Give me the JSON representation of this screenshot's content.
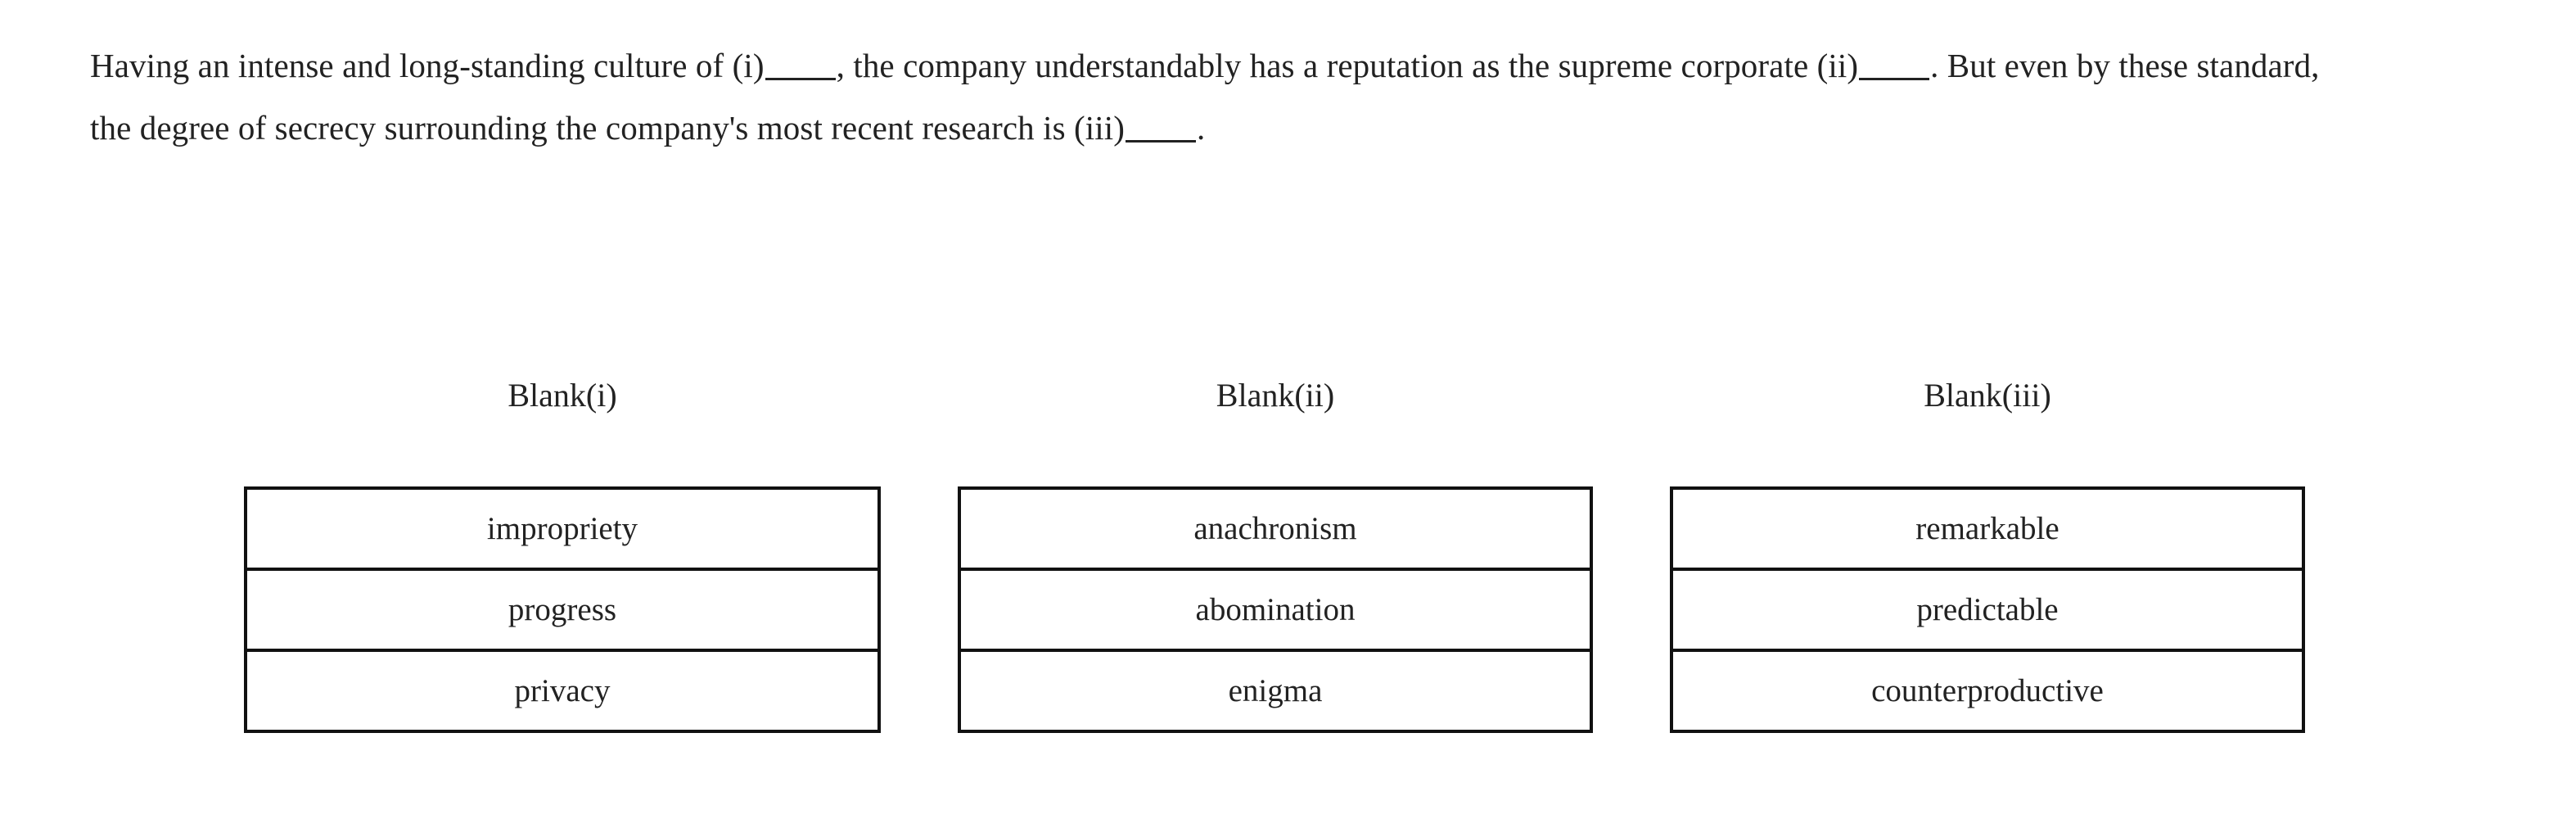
{
  "question": {
    "stem_parts": [
      {
        "type": "text",
        "value": "Having an intense and long-standing culture of (i)"
      },
      {
        "type": "blank",
        "value": "_____"
      },
      {
        "type": "text",
        "value": ", the company understandably has a reputation as the supreme corporate (ii)"
      },
      {
        "type": "blank",
        "value": "_____"
      },
      {
        "type": "text",
        "value": ". But even by these standard, the degree of secrecy surrounding the company's most recent research is (iii)"
      },
      {
        "type": "blank",
        "value": "_____"
      },
      {
        "type": "text",
        "value": "."
      }
    ],
    "stem_text": "Having an intense and long-standing culture of (i)_____, the company understandably has a reputation as the supreme corporate (ii)_____. But even by these standard, the degree of secrecy surrounding the company's most recent research is (iii)_____.",
    "blank_marker": "_____"
  },
  "columns": [
    {
      "header": "Blank(i)",
      "options": [
        {
          "label": "impropriety"
        },
        {
          "label": "progress"
        },
        {
          "label": "privacy"
        }
      ]
    },
    {
      "header": "Blank(ii)",
      "options": [
        {
          "label": "anachronism"
        },
        {
          "label": "abomination"
        },
        {
          "label": "enigma"
        }
      ]
    },
    {
      "header": "Blank(iii)",
      "options": [
        {
          "label": "remarkable"
        },
        {
          "label": "predictable"
        },
        {
          "label": "counterproductive"
        }
      ]
    }
  ],
  "colors": {
    "background": "#ffffff",
    "text": "#222222",
    "border": "#111111"
  }
}
